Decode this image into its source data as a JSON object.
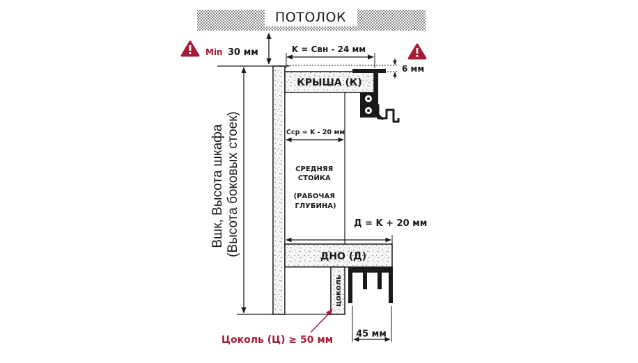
{
  "ceiling": {
    "label": "ПОТОЛОК"
  },
  "warnings": {
    "left_icon": "warning-triangle-icon",
    "right_icon": "warning-triangle-icon",
    "min_label": "Min"
  },
  "dimensions": {
    "gap_top": "30 мм",
    "roof_width": "K = Свн - 24 мм",
    "rail_offset": "6 мм",
    "middle_width": "Сср = K - 20 мм",
    "bottom_width": "Д = K + 20 мм",
    "plinth_depth": "45 мм"
  },
  "parts": {
    "roof": "КРЫША (К)",
    "bottom": "ДНО (Д)",
    "plinth_vertical": "цоколь",
    "middle": [
      "СРЕДНЯЯ",
      "СТОЙКА",
      "",
      "(РАБОЧАЯ",
      "ГЛУБИНА)"
    ]
  },
  "height_label": {
    "line1": "Вшк, Высота шкафа",
    "line2": "(Высота боковых стоек)"
  },
  "plinth_note": "Цоколь (Ц) ≥ 50 мм",
  "colors": {
    "accent": "#a61b35",
    "ink": "#1a1a1a",
    "panel": "#f7f7f7"
  }
}
